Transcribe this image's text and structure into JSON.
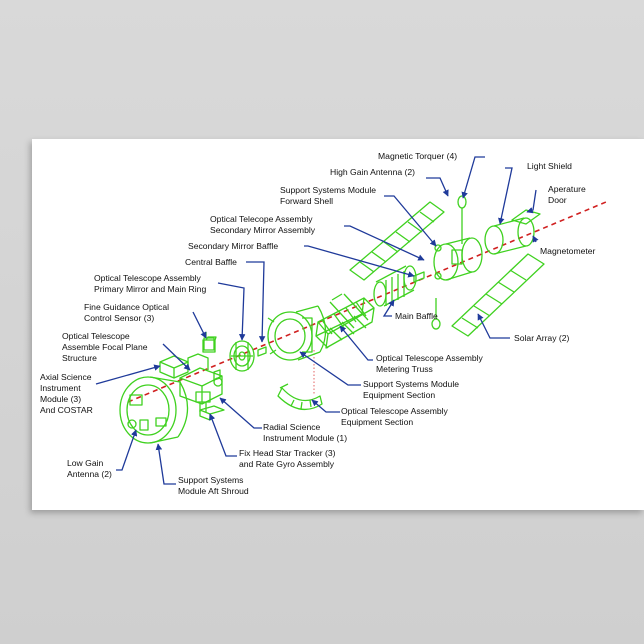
{
  "labels": {
    "magnetic_torquer": "Magnetic Torquer (4)",
    "light_shield": "Light Shield",
    "high_gain_antenna": "High Gain Antenna (2)",
    "aperture_door_1": "Aperature",
    "aperture_door_2": "Door",
    "ssm_forward_shell_1": "Support Systems Module",
    "ssm_forward_shell_2": "Forward Shell",
    "ota_secondary_mirror_1": "Optical Telecope Assembly",
    "ota_secondary_mirror_2": "Secondary Mirror Assembly",
    "magnetometer": "Magnetometer",
    "secondary_mirror_baffle": "Secondary Mirror Baffle",
    "central_baffle": "Central Baffle",
    "ota_primary_mirror_1": "Optical Telescope Assembly",
    "ota_primary_mirror_2": "Primary Mirror and Main Ring",
    "fgs_1": "Fine Guidance Optical",
    "fgs_2": "Control Sensor (3)",
    "ota_focal_plane_1": "Optical Telescope",
    "ota_focal_plane_2": "Assemble Focal Plane",
    "ota_focal_plane_3": "Structure",
    "main_baffle": "Main Baffle",
    "solar_array": "Solar Array (2)",
    "metering_truss_1": "Optical Telescope Assembly",
    "metering_truss_2": "Metering Truss",
    "axial_science_1": "Axial Science",
    "axial_science_2": "Instrument",
    "axial_science_3": "Module (3)",
    "axial_science_4": "And COSTAR",
    "ssm_equipment_1": "Support Systems Module",
    "ssm_equipment_2": "Equipment Section",
    "ota_equipment_1": "Optical Telescope Assembly",
    "ota_equipment_2": "Equipment Section",
    "radial_science_1": "Radial Science",
    "radial_science_2": "Instrument Module (1)",
    "star_tracker_1": "Fix Head Star Tracker (3)",
    "star_tracker_2": "and Rate Gyro Assembly",
    "low_gain_antenna_1": "Low Gain",
    "low_gain_antenna_2": "Antenna (2)",
    "aft_shroud_1": "Support Systems",
    "aft_shroud_2": "Module Aft Shroud"
  },
  "colors": {
    "part_outline": "#3fd11f",
    "leader_line": "#1f3a9a",
    "optical_axis": "#d02020",
    "poster_background": "#ffffff",
    "wall": "#d4d4d4"
  }
}
